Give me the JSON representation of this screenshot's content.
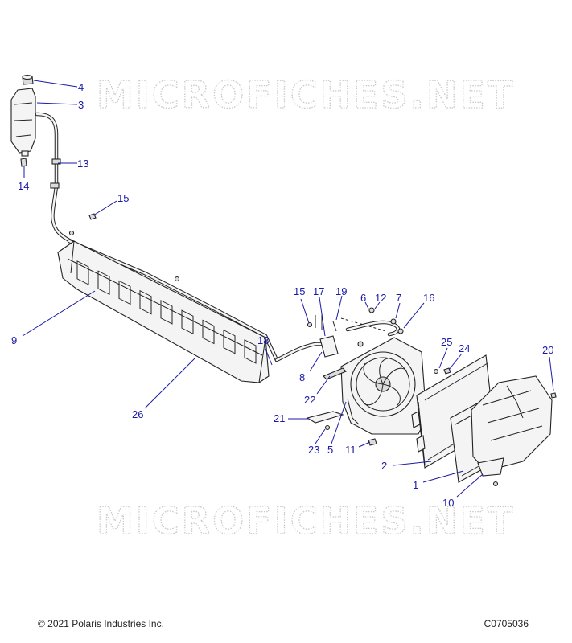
{
  "watermark": {
    "text": "MICROFICHES.NET"
  },
  "callouts": [
    {
      "id": "c1",
      "label": "1"
    },
    {
      "id": "c2",
      "label": "2"
    },
    {
      "id": "c3",
      "label": "3"
    },
    {
      "id": "c4",
      "label": "4"
    },
    {
      "id": "c5",
      "label": "5"
    },
    {
      "id": "c6",
      "label": "6"
    },
    {
      "id": "c7",
      "label": "7"
    },
    {
      "id": "c8",
      "label": "8"
    },
    {
      "id": "c9",
      "label": "9"
    },
    {
      "id": "c10",
      "label": "10"
    },
    {
      "id": "c11",
      "label": "11"
    },
    {
      "id": "c12",
      "label": "12"
    },
    {
      "id": "c13",
      "label": "13"
    },
    {
      "id": "c14",
      "label": "14"
    },
    {
      "id": "c15a",
      "label": "15"
    },
    {
      "id": "c15b",
      "label": "15"
    },
    {
      "id": "c16",
      "label": "16"
    },
    {
      "id": "c17",
      "label": "17"
    },
    {
      "id": "c18",
      "label": "18"
    },
    {
      "id": "c19",
      "label": "19"
    },
    {
      "id": "c20",
      "label": "20"
    },
    {
      "id": "c21",
      "label": "21"
    },
    {
      "id": "c22",
      "label": "22"
    },
    {
      "id": "c23",
      "label": "23"
    },
    {
      "id": "c24",
      "label": "24"
    },
    {
      "id": "c25",
      "label": "25"
    },
    {
      "id": "c26",
      "label": "26"
    }
  ],
  "footer": {
    "copyright": "© 2021 Polaris Industries Inc.",
    "drawing_code": "C0705036"
  },
  "colors": {
    "callout": "#1a1aa8",
    "line_art": "#222222",
    "watermark": "#c9c9c9"
  }
}
